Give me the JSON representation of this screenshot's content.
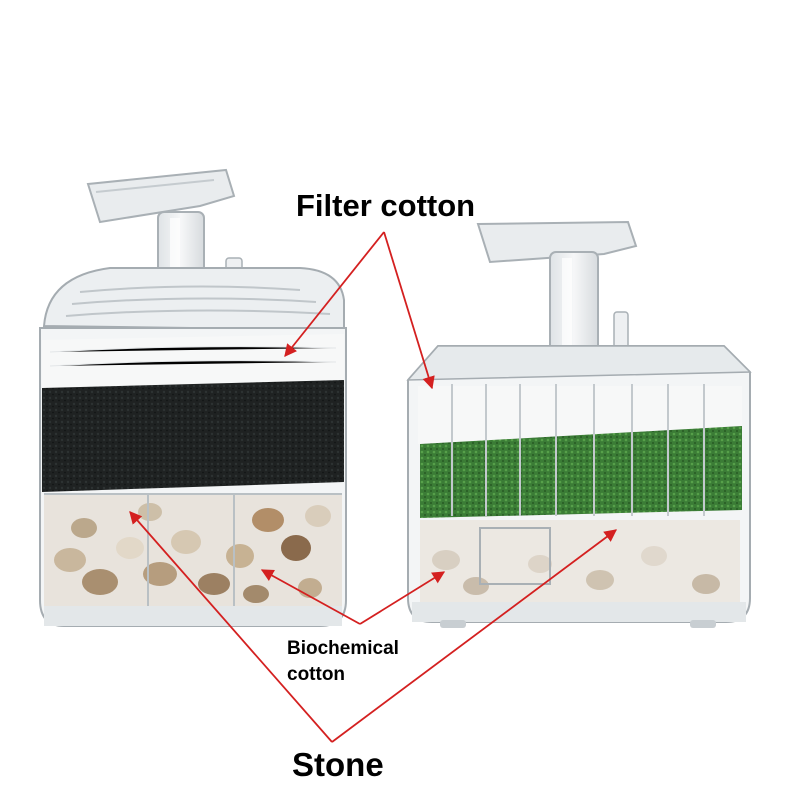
{
  "labels": {
    "filter_cotton": "Filter cotton",
    "biochemical_cotton_line1": "Biochemical",
    "biochemical_cotton_line2": "cotton",
    "stone": "Stone"
  },
  "colors": {
    "arrow": "#d42020",
    "label_text": "#000000",
    "black_sponge": "#1c1f1f",
    "green_sponge": "#3c7e36",
    "white_cotton": "#f4f5f5",
    "stones": "#b49a7c"
  }
}
